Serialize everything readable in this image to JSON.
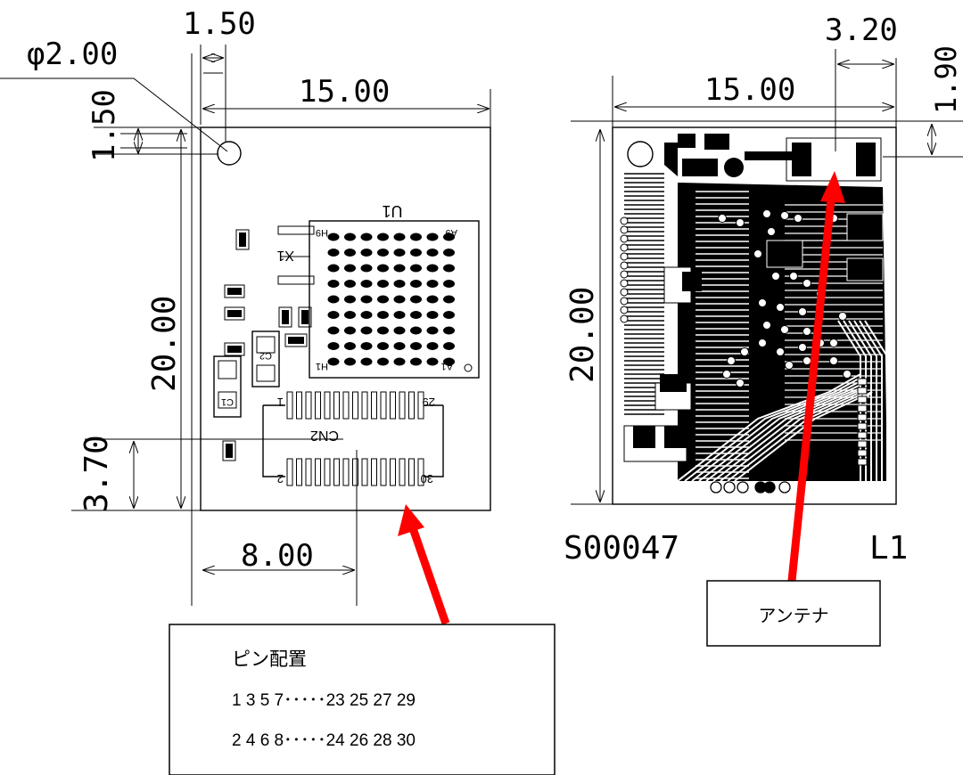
{
  "left": {
    "dims": {
      "top_margin": "1.50",
      "hole_diameter": "φ2.00",
      "width": "15.00",
      "left_margin": "1.50",
      "height": "20.00",
      "connector_offset": "3.70",
      "connector_x": "8.00"
    },
    "labels": {
      "u1": "U1",
      "u1_corner_h9": "H9",
      "u1_corner_a9": "A9",
      "u1_corner_h1": "H1",
      "u1_corner_a1": "A1",
      "x1": "X1",
      "cn2": "CN2",
      "cn2_pin_29": "29",
      "cn2_pin_1": "1",
      "cn2_pin_30": "30",
      "cn2_pin_2": "2",
      "c_left_1": "C1",
      "c_left_2": "C2"
    }
  },
  "right": {
    "dims": {
      "antenna_width": "3.20",
      "width": "15.00",
      "antenna_gap": "1.90",
      "height": "20.00"
    },
    "part_number": "S00047",
    "layer": "L1"
  },
  "pin_box": {
    "title": "ピン配置",
    "odd_row": "1 3 5 7･････23 25 27 29",
    "even_row": "2 4 6 8･････24 26 28 30"
  },
  "antenna_box": {
    "label": "アンテナ"
  },
  "colors": {
    "arrow": "#ff0000",
    "line": "#000000"
  }
}
